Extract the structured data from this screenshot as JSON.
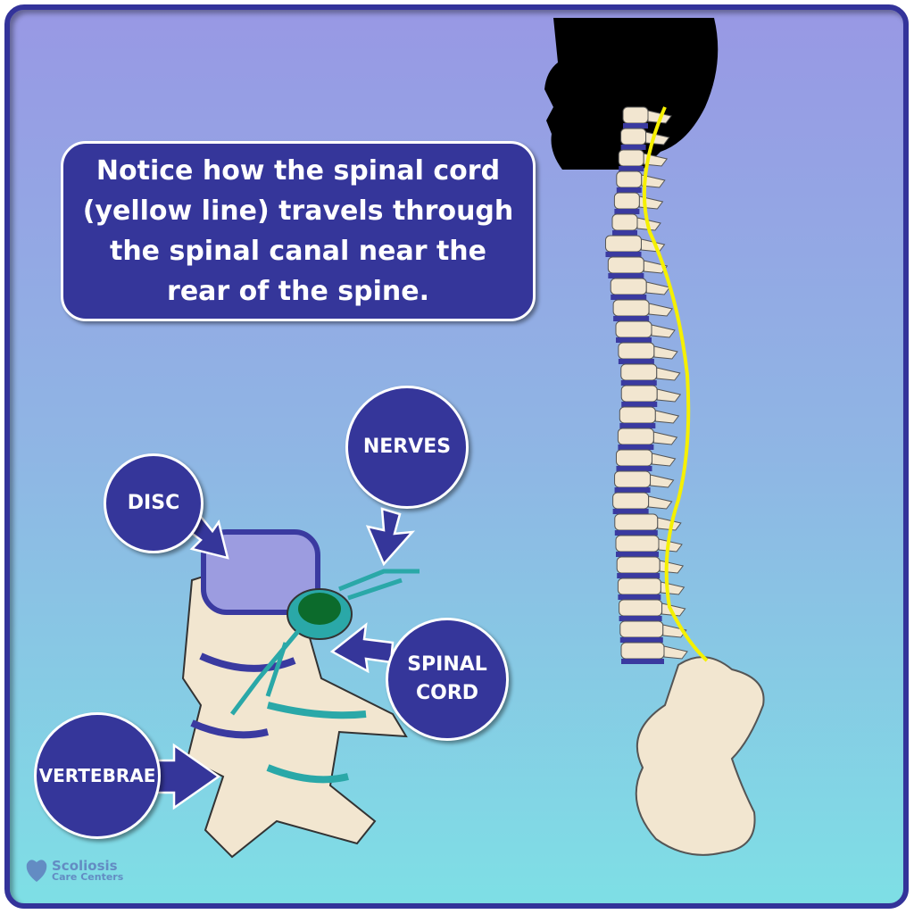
{
  "callout": {
    "text": "Notice how the spinal cord (yellow line) travels through the spinal canal near the rear of the spine."
  },
  "labels": {
    "disc": "DISC",
    "nerves": "NERVES",
    "spinal_cord_line1": "SPINAL",
    "spinal_cord_line2": "CORD",
    "vertebrae": "VERTEBRAE"
  },
  "logo": {
    "name_line1": "Scoliosis",
    "name_line2": "Care Centers"
  },
  "colors": {
    "frame": "#33339a",
    "bubble": "#35369a",
    "spinal_cord_line": "#f5f000",
    "bone": "#f2e6d0",
    "disc": "#3a3aa0",
    "nerve": "#2aa8a8"
  }
}
